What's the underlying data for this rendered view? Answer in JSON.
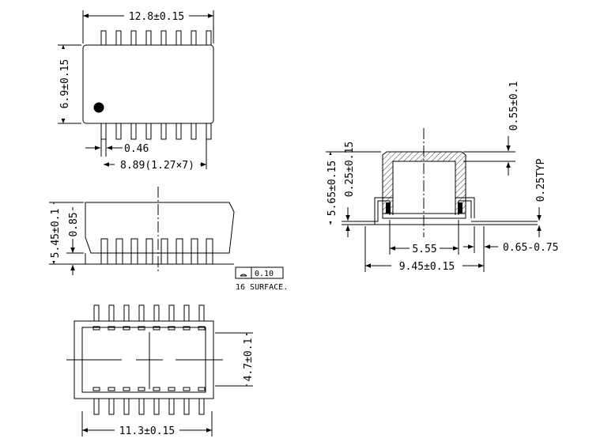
{
  "colors": {
    "line": "#000000",
    "background": "#ffffff",
    "hatch": "#000000",
    "pin1_dot": "#000000"
  },
  "top_view": {
    "pin_count_per_side": 8,
    "pin1_marker": "filled-dot",
    "dim_width": "12.8±0.15",
    "dim_height": "6.9±0.15",
    "dim_pin_width": "0.46",
    "dim_pin_span": "8.89(1.27×7)"
  },
  "side_view": {
    "pin_count": 8,
    "dim_height": "5.45±0.1",
    "dim_standoff": "0.85",
    "coplanarity_value": "0.10",
    "coplanarity_note": "16 SURFACE."
  },
  "bottom_view": {
    "pin_count_per_side": 8,
    "dim_width": "11.3±0.15",
    "dim_body": "4.7±0.1"
  },
  "section_view": {
    "dim_lead_thickness": "0.55±0.1",
    "dim_total_height": "5.65±0.15",
    "dim_standoff": "0.25±0.15",
    "dim_lead_typ": "0.25TYP",
    "dim_inner_span": "5.55",
    "dim_foot_length": "0.65-0.75",
    "dim_overall_span": "9.45±0.15"
  }
}
